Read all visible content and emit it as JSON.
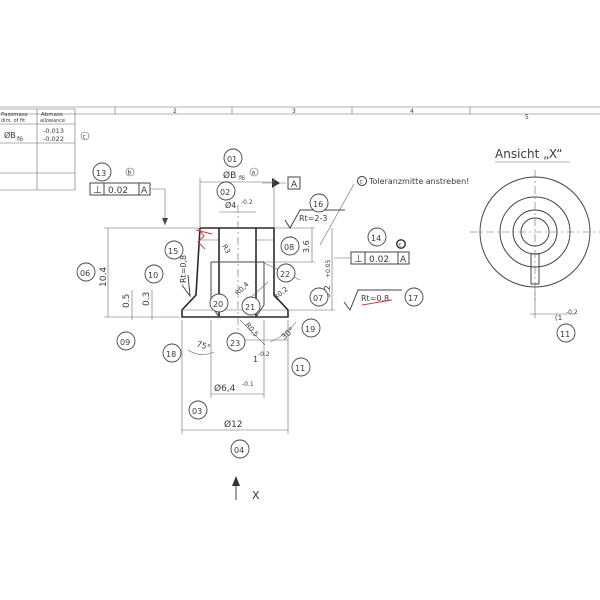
{
  "tolerance_table": {
    "header_col1_line1": "Passmass",
    "header_col1_line2": "dim. of fit",
    "header_col2_line1": "Abmass",
    "header_col2_line2": "allowance",
    "row1_fit": "ØB",
    "row1_fit_sub": "f6",
    "row1_upper": "-0.013",
    "row1_lower": "-0.022",
    "row1_tag": "c"
  },
  "zone_numbers": [
    "2",
    "3",
    "4",
    "5"
  ],
  "view_title": "Ansicht „X“",
  "tolerance_note_tag": "c",
  "tolerance_note": "Toleranzmitte anstreben!",
  "view_arrow_label": "X",
  "balloons": [
    "01",
    "02",
    "03",
    "04",
    "06",
    "07",
    "08",
    "09",
    "10",
    "11",
    "11",
    "13",
    "14",
    "15",
    "16",
    "17",
    "18",
    "19",
    "20",
    "21",
    "22",
    "23"
  ],
  "dimensions": {
    "outer_dia_flange": "Ø12",
    "shaft_dia": "Ø6,4",
    "shaft_dia_tol": "-0.1",
    "fit_dia": "ØB",
    "fit_dia_sub": "f6",
    "fit_tag": "a",
    "bore_dia": "Ø4",
    "bore_dia_tol": "-0.2",
    "total_length": "10.4",
    "flange_thk_1": "0.5",
    "flange_thk_2": "0.3",
    "shoulder_len": "3.6",
    "fit_len": "9.2",
    "fit_len_tol": "+0.05",
    "flange_step": "1",
    "flange_step_tol": "-0.2",
    "flange_step_view": "(1",
    "flange_step_view_tol": "-0.2",
    "angle_75": "75°",
    "angle_30": "30°",
    "radius_r3": "R3",
    "radius_r04": "R0,4",
    "radius_r02": "R0,2",
    "radius_r05": "R0,5",
    "roughness_bore": "Rt=0,8",
    "roughness_outer": "Rt=0,8",
    "roughness_face": "Rt=2-3"
  },
  "gdt": [
    {
      "symbol": "⊥",
      "value": "0.02",
      "datum": "A",
      "tag": "b"
    },
    {
      "symbol": "⊥",
      "value": "0.02",
      "datum": "A",
      "tag": "c"
    }
  ],
  "datum_label": "A"
}
